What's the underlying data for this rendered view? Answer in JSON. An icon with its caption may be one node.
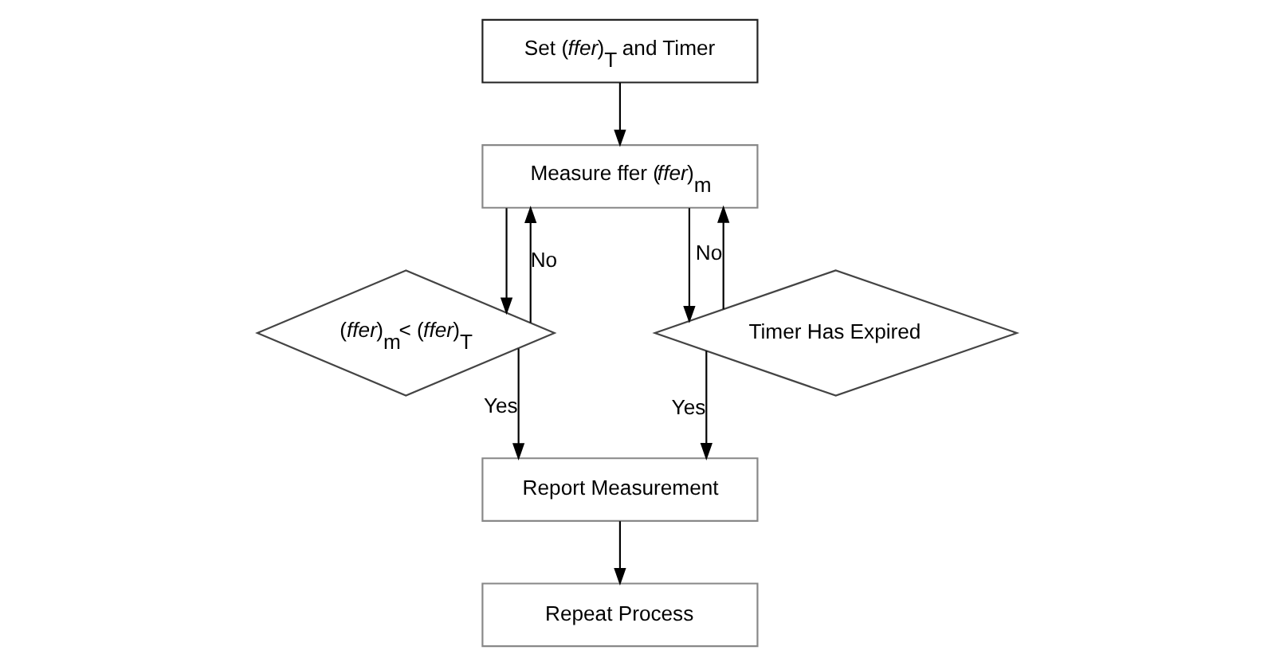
{
  "diagram": {
    "nodes": [
      {
        "text": [
          "Set (*ffer*)$_{T}$ and Timer"
        ]
      },
      {
        "text": [
          "Measure ffer (*ffer*)$_{m}$"
        ]
      },
      {
        "text": [
          "(*ffer*)$_{m}$< (*ffer*)$_{T}$"
        ]
      },
      {
        "text": [
          "Timer Has Expired"
        ]
      },
      {
        "text": [
          "Report Measurement"
        ]
      },
      {
        "text": [
          "Repeat Process"
        ]
      }
    ],
    "edges": [
      {
        "from": 0,
        "to": 1,
        "arrow": "to"
      },
      {
        "from": 1,
        "to": 2,
        "arrow": "to"
      },
      {
        "from": 1,
        "to": 3,
        "arrow": "to"
      },
      {
        "from": 2,
        "to": 1,
        "arrow": "to",
        "label": "No"
      },
      {
        "from": 3,
        "to": 1,
        "arrow": "to",
        "label": "No"
      },
      {
        "from": 2,
        "to": 4,
        "arrow": "to",
        "label": "Yes"
      },
      {
        "from": 3,
        "to": 4,
        "arrow": "to",
        "label": "Yes"
      },
      {
        "from": 4,
        "to": 5,
        "arrow": "to"
      }
    ]
  }
}
